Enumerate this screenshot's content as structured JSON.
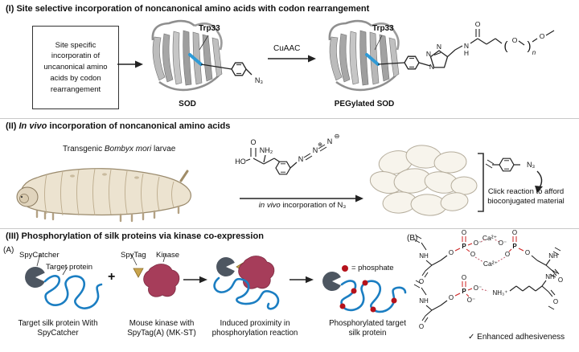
{
  "colors": {
    "protein_blue": "#1b7ec2",
    "kinase_maroon": "#a63d5a",
    "spycatcher_gray": "#4d5661",
    "phosphate_red": "#b5121b",
    "chem_red": "#cc2222",
    "spytag_tan": "#c9a44c"
  },
  "s1": {
    "title": "(I) Site selective incorporation of noncanonical amino acids with codon rearrangement",
    "box_text": "Site specific incorporatin of uncanonical amino acids by codon rearrangement",
    "trp33_left": "Trp33",
    "trp33_right": "Trp33",
    "sod_label": "SOD",
    "pegylated_sod_label": "PEGylated SOD",
    "cuaac_label": "CuAAC",
    "azide_label": "N₃",
    "chain": {
      "n1": "N",
      "n2": "N",
      "n3": "N",
      "amide_n": "N",
      "amide_h": "H",
      "carbonyl_o": "O",
      "repeat_o": "O",
      "end_o": "O",
      "paren_open": "(",
      "paren_close": ")",
      "repeat_sub": "n"
    }
  },
  "s2": {
    "title_prefix": "(II) ",
    "title_italic": "In vivo",
    "title_suffix": " incorporation of noncanonical amino acids",
    "larvae_prefix": "Transgenic ",
    "larvae_italic": "Bombyx mori",
    "larvae_suffix": " larvae",
    "amino_acid": {
      "ho": "HO",
      "carbonyl_o": "O",
      "nh2": "NH₂",
      "n1": "N",
      "n2": "N",
      "n3": "N",
      "plus": "⊕",
      "minus": "⊖"
    },
    "arrow_italic": "in vivo",
    "arrow_suffix": " incorporation of N₃",
    "cocoon_azide": "N₃",
    "click_text": "Click reaction to afford bioconjugated material"
  },
  "s3": {
    "title": "(III) Phosphorylation of silk proteins via kinase co-expression",
    "panel_a": "(A)",
    "panel_b": "(B)",
    "spycatcher_label": "SpyCatcher",
    "target_protein_label": "Target protein",
    "spytag_label": "SpyTag",
    "kinase_label": "Kinase",
    "plus": "+",
    "phosphate_legend": "= phosphate",
    "captions": [
      "Target silk protein With SpyCatcher",
      "Mouse kinase with SpyTag(A) (MK-ST)",
      "Induced proximity in phosphorylation reaction",
      "Phosphorylated target silk protein"
    ],
    "b": {
      "ca1": "Ca²⁺",
      "ca2": "Ca²⁺",
      "nh_left_top": "NH",
      "o_left_top": "O",
      "nh_right_top": "NH",
      "o_right_top": "O",
      "nh_left_bottom": "NH",
      "o_left_bottom": "O",
      "nh3": "NH₃⁺",
      "nh_right_bottom": "NH",
      "o_right_bottom": "O",
      "p": [
        "P",
        "P",
        "P"
      ],
      "o": [
        "O",
        "O",
        "O⁻",
        "O",
        "O",
        "O",
        "O⁻",
        "O",
        "O",
        "O",
        "O⁻",
        "O⁻"
      ],
      "check_text": "✓ Enhanced adhesiveness"
    }
  }
}
